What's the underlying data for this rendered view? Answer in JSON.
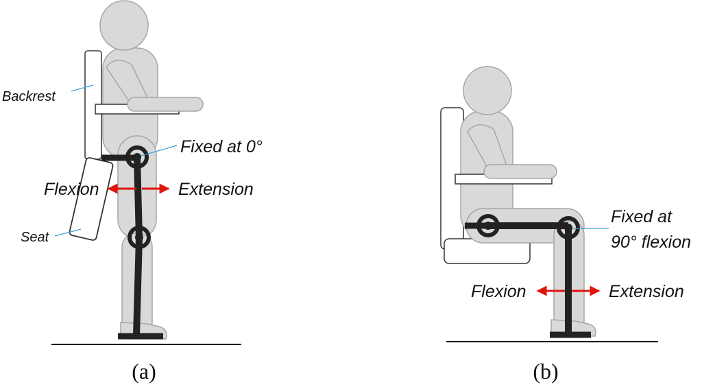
{
  "colors": {
    "body_fill": "#d9d9d9",
    "body_stroke": "#a6a6a6",
    "strut": "#222222",
    "arrow": "#e0140b",
    "leader": "#3aa0d8",
    "ground": "#111111",
    "chair_stroke": "#333333"
  },
  "panel_a": {
    "caption": "(a)",
    "labels": {
      "backrest": "Backrest",
      "seat": "Seat",
      "fixed": "Fixed at 0°",
      "flexion": "Flexion",
      "extension": "Extension"
    }
  },
  "panel_b": {
    "caption": "(b)",
    "labels": {
      "fixed_line1": "Fixed at",
      "fixed_line2": "90° flexion",
      "flexion": "Flexion",
      "extension": "Extension"
    }
  }
}
